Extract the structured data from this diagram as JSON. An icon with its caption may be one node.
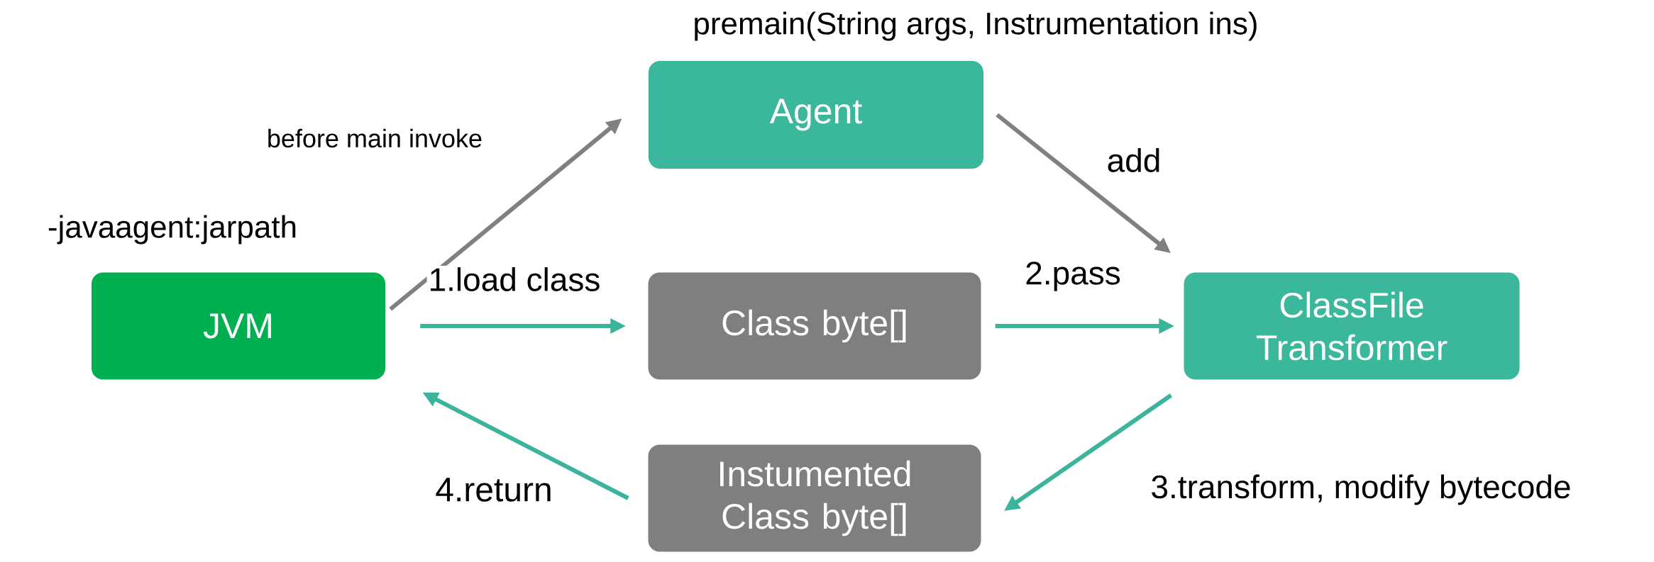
{
  "diagram": {
    "nodes": [
      {
        "text": [
          "-javaagent:jarpath",
          "JVM"
        ]
      },
      {
        "text": [
          "premain(String args, Instrumentation ins)",
          "Agent"
        ]
      },
      {
        "text": [
          "Class byte[]"
        ]
      },
      {
        "text": [
          "ClassFile Transformer"
        ]
      },
      {
        "text": [
          "Instumented Class byte[]"
        ]
      }
    ],
    "edges": [
      {
        "from": 0,
        "to": 1,
        "arrow": "to",
        "label": "before main invoke",
        "color": "#808080"
      },
      {
        "from": 1,
        "to": 3,
        "arrow": "to",
        "label": "add",
        "color": "#808080"
      },
      {
        "from": 0,
        "to": 2,
        "arrow": "to",
        "label": "1.load class"
      },
      {
        "from": 2,
        "to": 3,
        "arrow": "to",
        "label": "2.pass"
      },
      {
        "from": 3,
        "to": 4,
        "arrow": "to",
        "label": "3.transform, modify bytecode"
      },
      {
        "from": 4,
        "to": 0,
        "arrow": "to",
        "label": "4.return"
      }
    ]
  }
}
